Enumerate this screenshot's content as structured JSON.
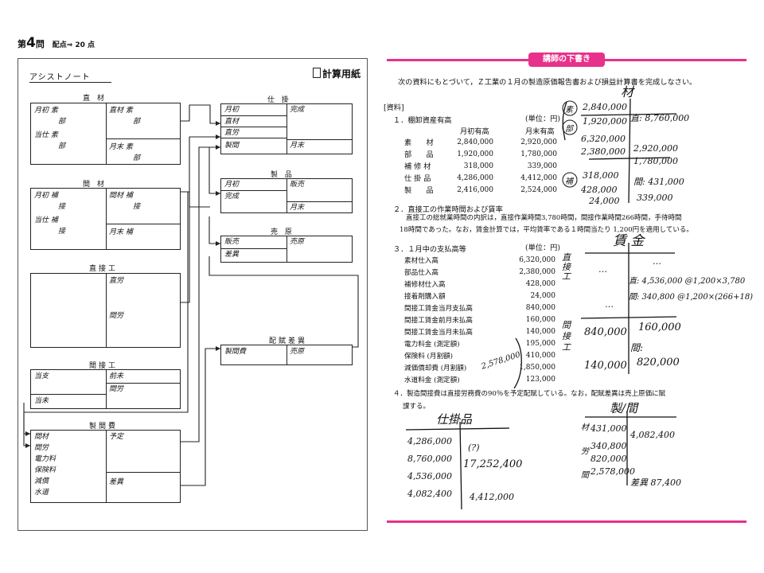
{
  "header": {
    "problem_no": "第",
    "problem_big": "4",
    "problem_suffix": "問",
    "points": "配点⇒ 20 点"
  },
  "left_panel": {
    "title": "アシストノート",
    "paper": "計算用紙",
    "direct_materials": {
      "title": "直 材",
      "r1": "月初 素",
      "r1b": "部",
      "r2": "当仕 素",
      "r2b": "部",
      "r3": "直材 素",
      "r3b": "部",
      "r4": "月末 素",
      "r4b": "部"
    },
    "indirect_materials": {
      "title": "間 材",
      "r1": "月初 補",
      "r1b": "接",
      "r2": "当仕 補",
      "r2b": "接",
      "r3": "間材 補",
      "r3b": "接",
      "r4": "月末 補"
    },
    "direct_labor": {
      "title": "直接工",
      "r1": "直労",
      "r2": "間労"
    },
    "indirect_labor": {
      "title": "間接工",
      "r1": "当支",
      "r2": "前未",
      "r3": "間労",
      "r4": "当未"
    },
    "overhead": {
      "title": "製間費",
      "r1": "間材",
      "r2": "間労",
      "r3": "電力料",
      "r4": "保険料",
      "r5": "減償",
      "r6": "水道",
      "r7": "予定",
      "r8": "差異"
    },
    "wip": {
      "title": "仕 掛",
      "r1": "月初",
      "r2": "直材",
      "r3": "直労",
      "r4": "製間",
      "r5": "完成",
      "r6": "月末"
    },
    "goods": {
      "title": "製 品",
      "r1": "月初",
      "r2": "完成",
      "r3": "販売",
      "r4": "月末"
    },
    "cogs": {
      "title": "売 原",
      "r1": "販売",
      "r2": "差異",
      "r3": "売原"
    },
    "variance": {
      "title": "配賦差異",
      "r1": "製間費",
      "r2": "売原"
    }
  },
  "right_panel": {
    "banner": "講師の下書き",
    "intro": "次の資料にもとづいて，Ｚ工業の１月の製造原価報告書および損益計算書を完成しなさい。",
    "material_label": "[資料]",
    "s1_title": "１．棚卸資産有高",
    "unit": "(単位：円)",
    "s1_cols": [
      "月初有高",
      "月末有高"
    ],
    "s1_rows": [
      {
        "name": "素　　材",
        "a": "2,840,000",
        "b": "2,920,000"
      },
      {
        "name": "部　　品",
        "a": "1,920,000",
        "b": "1,780,000"
      },
      {
        "name": "補 修 材",
        "a": "318,000",
        "b": "339,000"
      },
      {
        "name": "仕 掛 品",
        "a": "4,286,000",
        "b": "4,412,000"
      },
      {
        "name": "製　　品",
        "a": "2,416,000",
        "b": "2,524,000"
      }
    ],
    "s2_title": "２．直接工の作業時間および賃率",
    "s2_l1": "直接工の総就業時間の内訳は，直接作業時間3,780時間，間接作業時間266時間，手待時間",
    "s2_l2": "18時間であった。なお，賃金計算では，平均賃率である１時間当たり 1,200円を適用している。",
    "s3_title": "３．１月中の支払高等",
    "s3_unit": "(単位：円)",
    "s3_rows": [
      {
        "name": "素材仕入高",
        "v": "6,320,000"
      },
      {
        "name": "部品仕入高",
        "v": "2,380,000"
      },
      {
        "name": "補修材仕入高",
        "v": "428,000"
      },
      {
        "name": "接着剤購入額",
        "v": "24,000"
      },
      {
        "name": "間接工賃金当月支払高",
        "v": "840,000"
      },
      {
        "name": "間接工賃金前月未払高",
        "v": "160,000"
      },
      {
        "name": "間接工賃金当月未払高",
        "v": "140,000"
      },
      {
        "name": "電力料金 (測定額)",
        "v": "195,000"
      },
      {
        "name": "保険料 (月割額)",
        "v": "410,000"
      },
      {
        "name": "減価償却費 (月割額)",
        "v": "1,850,000"
      },
      {
        "name": "水道料金 (測定額)",
        "v": "123,000"
      }
    ],
    "s4_l1": "４．製造間接費は直接労務費の90％を予定配賦している。なお，配賦差異は売上原価に賦",
    "s4_l2": "課する。",
    "notes": {
      "materials_title": "材",
      "mat_a": "2,840,000",
      "mat_b": "1,920,000",
      "mat_c": "直: 8,760,000",
      "mat_d": "6,320,000",
      "mat_e": "2,380,000",
      "mat_f": "2,920,000",
      "mat_g": "1,780,000",
      "kind1": "素",
      "kind2": "部",
      "kind3": "補",
      "rep_a": "318,000",
      "rep_b": "間: 431,000",
      "rep_c": "428,000",
      "rep_d": "24,000",
      "rep_e": "339,000",
      "wage_title": "賃 金",
      "wage_left": "直 接 工",
      "wage_dots": "…",
      "wage_a": "直: 4,536,000 @1,200×3,780",
      "wage_b": "間: 340,800 @1,200×(266+18)",
      "ind_left": "間 接 工",
      "ind_a": "840,000",
      "ind_b": "160,000",
      "ind_c": "間:",
      "ind_d": "140,000",
      "ind_e": "820,000",
      "oh_sum": "2,578,000",
      "wip_title": "仕掛品",
      "wip_a": "4,286,000",
      "wip_b": "8,760,000",
      "wip_c": "4,536,000",
      "wip_d": "4,082,400",
      "wip_e": "(?)",
      "wip_f": "17,252,400",
      "wip_g": "4,412,000",
      "moh_title": "製/間",
      "moh_a": "材",
      "moh_b": "431,000",
      "moh_c": "労",
      "moh_d": "340,800",
      "moh_e": "820,000",
      "moh_f": "間",
      "moh_g": "2,578,000",
      "moh_h": "4,082,400",
      "moh_i": "差異 87,400"
    }
  }
}
